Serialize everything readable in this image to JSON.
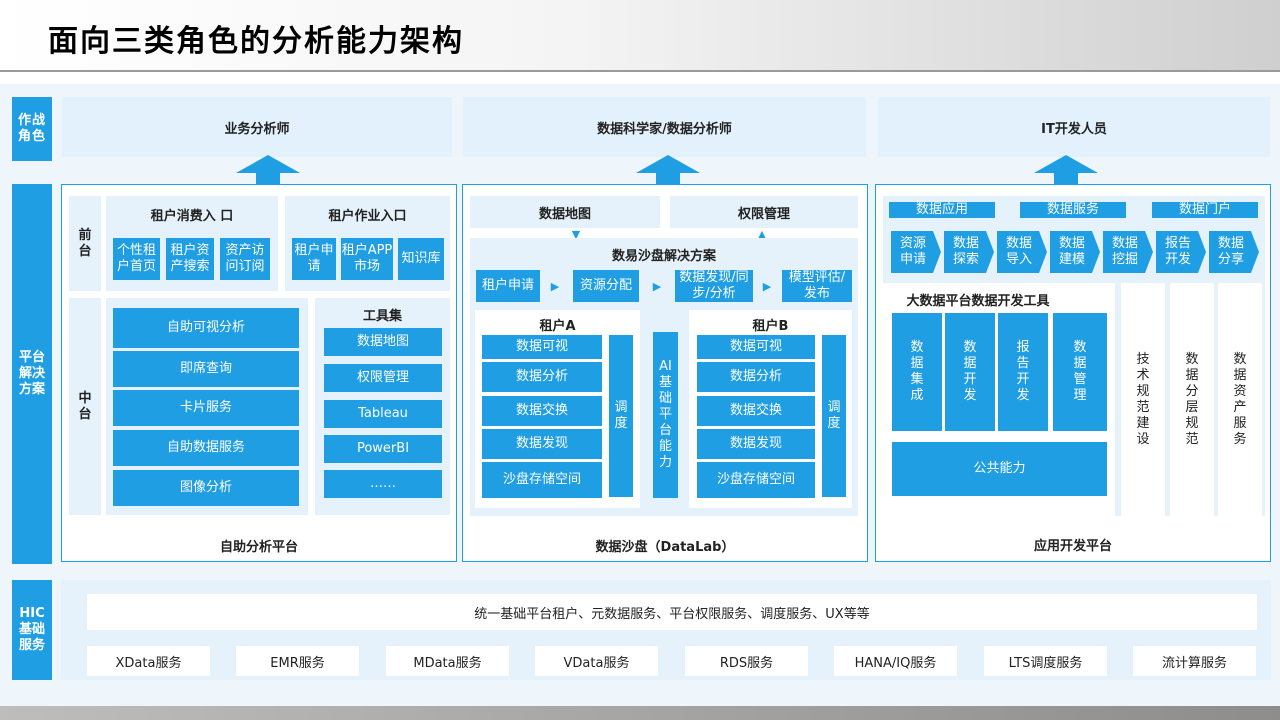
{
  "title": "面向三类角色的分析能力架构",
  "side": {
    "role": "作战角色",
    "platform": "平台解决方案",
    "hic": "HIC基础服务",
    "front": "前台",
    "middle": "中台"
  },
  "roles": [
    "业务分析师",
    "数据科学家/数据分析师",
    "IT开发人员"
  ],
  "left": {
    "tenant_consume": "租户消费入 口",
    "tenant_consume_items": [
      "个性租户首页",
      "租户资产搜索",
      "资产访问订阅"
    ],
    "tenant_work": "租户作业入口",
    "tenant_work_items": [
      "租户申请",
      "租户APP市场",
      "知识库"
    ],
    "middle_items": [
      "自助可视分析",
      "即席查询",
      "卡片服务",
      "自助数据服务",
      "图像分析"
    ],
    "toolset": "工具集",
    "tool_items": [
      "数据地图",
      "权限管理",
      "Tableau",
      "PowerBI",
      "……"
    ],
    "footer": "自助分析平台"
  },
  "center": {
    "data_map": "数据地图",
    "permission": "权限管理",
    "solution": "数易沙盘解决方案",
    "flow": [
      "租户申请",
      "资源分配",
      "数据发现/同步/分析",
      "模型评估/发布"
    ],
    "tenant_a": "租户A",
    "tenant_b": "租户B",
    "tenant_items": [
      "数据可视",
      "数据分析",
      "数据交换",
      "数据发现",
      "沙盘存储空间"
    ],
    "schedule": "调度",
    "ai": "AI基础平台能力",
    "footer": "数据沙盘（DataLab）"
  },
  "right": {
    "tabs": [
      "数据应用",
      "数据服务",
      "数据门户"
    ],
    "chevrons": [
      "资源申请",
      "数据探索",
      "数据导入",
      "数据建模",
      "数据挖掘",
      "报告开发",
      "数据分享"
    ],
    "tools_title": "大数据平台数据开发工具",
    "tool_cols": [
      "数据集成",
      "数据开发",
      "报告开发",
      "数据管理"
    ],
    "common": "公共能力",
    "side_cols": [
      "技术规范建设",
      "数据分层规范",
      "数据资产服务"
    ],
    "footer": "应用开发平台"
  },
  "hic": {
    "unified": "统一基础平台租户、元数据服务、平台权限服务、调度服务、UX等等",
    "services": [
      "XData服务",
      "EMR服务",
      "MData服务",
      "VData服务",
      "RDS服务",
      "HANA/IQ服务",
      "LTS调度服务",
      "流计算服务"
    ]
  },
  "colors": {
    "accent": "#1f9ee3",
    "light": "#e5f2fb"
  }
}
